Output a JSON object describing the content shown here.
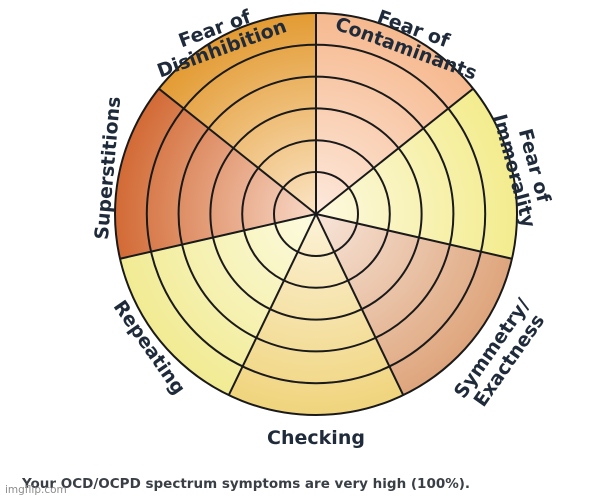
{
  "wheel": {
    "rings": 5,
    "segments": [
      {
        "label_lines": [
          "Fear of",
          "Disinhibition"
        ],
        "color_outer": "#f6b98f",
        "color_inner": "#fde9dc"
      },
      {
        "label_lines": [
          "Fear of",
          "Contaminants"
        ],
        "color_outer": "#f3ec8e",
        "color_inner": "#fdf9e0"
      },
      {
        "label_lines": [
          "Fear of",
          "Immorality"
        ],
        "color_outer": "#dea57c",
        "color_inner": "#f7e5d9"
      },
      {
        "label_lines": [
          "Symmetry/",
          "Exactness"
        ],
        "color_outer": "#f0d47d",
        "color_inner": "#fcf2d8"
      },
      {
        "label_lines": [
          "Checking"
        ],
        "color_outer": "#f1eb93",
        "color_inner": "#fdfbe1"
      },
      {
        "label_lines": [
          "Repeating"
        ],
        "color_outer": "#d26a35",
        "color_inner": "#f8d9c8"
      },
      {
        "label_lines": [
          "Superstitions"
        ],
        "color_outer": "#e39b33",
        "color_inner": "#fbe4c4"
      }
    ]
  },
  "result": {
    "text": "Your OCD/OCPD spectrum symptoms are very high (100%)."
  },
  "watermark": {
    "text": "imgflip.com"
  }
}
